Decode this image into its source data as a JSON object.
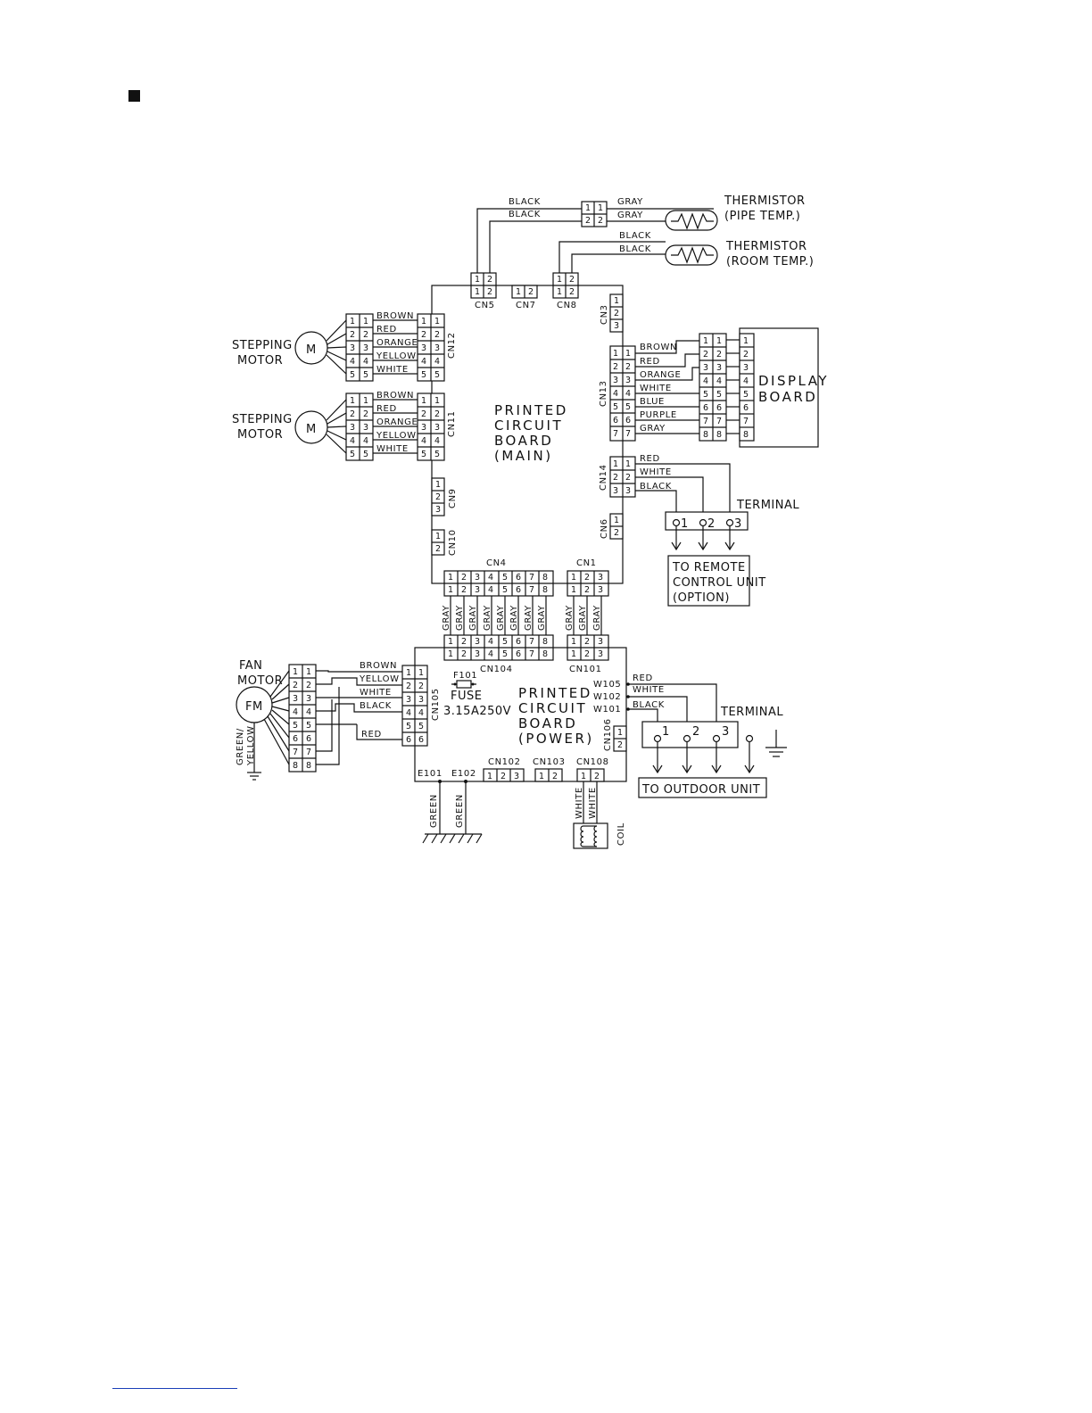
{
  "section_marker": "square-bullet-icon",
  "main_board": {
    "title": [
      "PRINTED",
      "CIRCUIT",
      "BOARD",
      "(MAIN)"
    ],
    "connectors": {
      "cn5": "CN5",
      "cn7": "CN7",
      "cn8": "CN8",
      "cn3": "CN3",
      "cn12": "CN12",
      "cn11": "CN11",
      "cn13": "CN13",
      "cn9": "CN9",
      "cn14": "CN14",
      "cn10": "CN10",
      "cn6": "CN6",
      "cn4": "CN4",
      "cn1": "CN1"
    }
  },
  "pipe_thermistor": {
    "label": [
      "THERMISTOR",
      "(PIPE TEMP.)"
    ],
    "wires_left": [
      "BLACK",
      "BLACK"
    ],
    "wires_right": [
      "GRAY",
      "GRAY"
    ]
  },
  "room_thermistor": {
    "label": [
      "THERMISTOR",
      "(ROOM TEMP.)"
    ],
    "wires": [
      "BLACK",
      "BLACK"
    ]
  },
  "stepping_motor_1": {
    "label": [
      "STEPPING",
      "MOTOR"
    ],
    "symbol": "M",
    "wires": [
      "BROWN",
      "RED",
      "ORANGE",
      "YELLOW",
      "WHITE"
    ]
  },
  "stepping_motor_2": {
    "label": [
      "STEPPING",
      "MOTOR"
    ],
    "symbol": "M",
    "wires": [
      "BROWN",
      "RED",
      "ORANGE",
      "YELLOW",
      "WHITE"
    ]
  },
  "display_board": {
    "label": [
      "DISPLAY",
      "BOARD"
    ],
    "wires": [
      "BROWN",
      "RED",
      "ORANGE",
      "WHITE",
      "BLUE",
      "PURPLE",
      "GRAY"
    ]
  },
  "remote_terminal": {
    "label": "TERMINAL",
    "wires": [
      "RED",
      "WHITE",
      "BLACK"
    ],
    "pins": [
      "1",
      "2",
      "3"
    ],
    "destination": [
      "TO REMOTE",
      "CONTROL UNIT",
      "(OPTION)"
    ]
  },
  "interboard_wires": {
    "cn4_wires": [
      "GRAY",
      "GRAY",
      "GRAY",
      "GRAY",
      "GRAY",
      "GRAY",
      "GRAY",
      "GRAY"
    ],
    "cn1_wires": [
      "GRAY",
      "GRAY",
      "GRAY"
    ]
  },
  "power_board": {
    "title": [
      "PRINTED",
      "CIRCUIT",
      "BOARD",
      "(POWER)"
    ],
    "fuse_id": "F101",
    "fuse_label": [
      "FUSE",
      "3.15A250V"
    ],
    "connectors": {
      "cn104": "CN104",
      "cn101": "CN101",
      "cn105": "CN105",
      "cn106": "CN106",
      "cn102": "CN102",
      "cn103": "CN103",
      "cn108": "CN108"
    },
    "earth": [
      "E101",
      "E102"
    ],
    "outputs": [
      "W105",
      "W102",
      "W101"
    ]
  },
  "fan_motor": {
    "label": [
      "FAN",
      "MOTOR"
    ],
    "symbol": "FM",
    "ground_wire": [
      "GREEN/",
      "YELLOW"
    ],
    "wires": [
      "BROWN",
      "YELLOW",
      "WHITE",
      "BLACK",
      "RED"
    ]
  },
  "outdoor_terminal": {
    "label": "TERMINAL",
    "wires": [
      "RED",
      "WHITE",
      "BLACK"
    ],
    "pins": [
      "1",
      "2",
      "3"
    ],
    "destination": "TO OUTDOOR UNIT"
  },
  "ground_wires": [
    "GREEN",
    "GREEN"
  ],
  "coil": {
    "label": "COIL",
    "wires": [
      "WHITE",
      "WHITE"
    ]
  }
}
